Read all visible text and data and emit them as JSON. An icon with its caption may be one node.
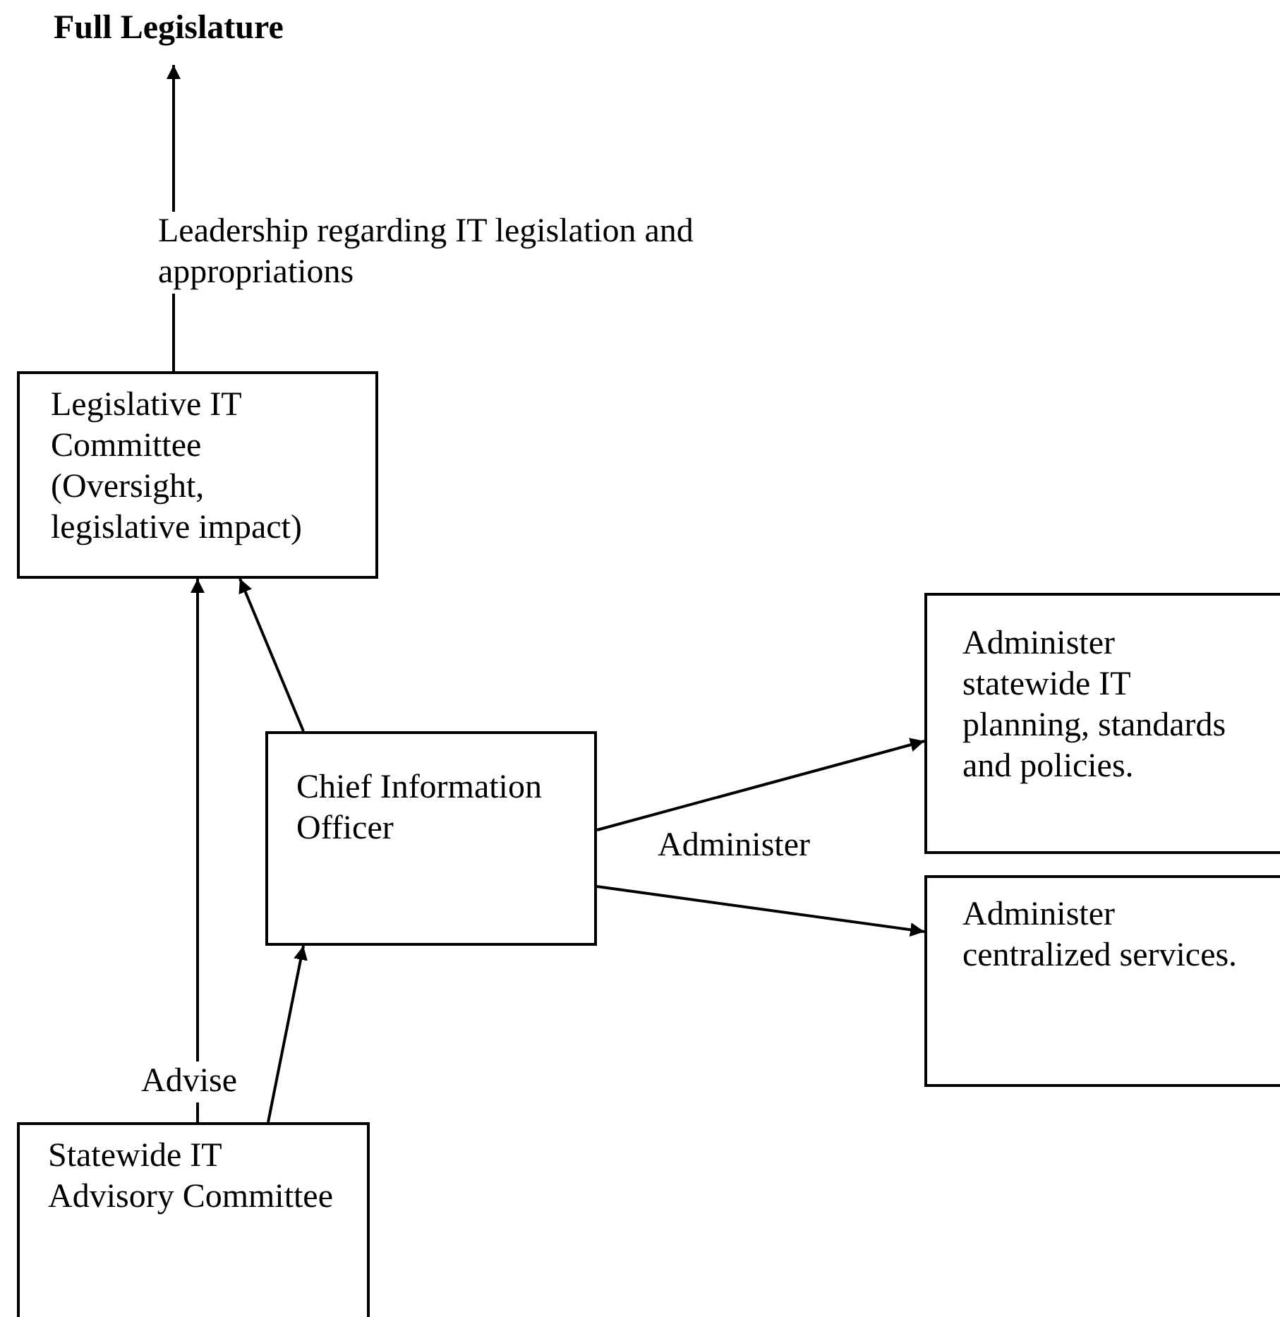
{
  "diagram": {
    "nodes": [
      {
        "text": [
          "Full Legislature"
        ]
      },
      {
        "text": [
          "Legislative IT Committee (Oversight, legislative impact)"
        ]
      },
      {
        "text": [
          "Chief Information Officer"
        ]
      },
      {
        "text": [
          "Administer statewide IT planning, standards and policies."
        ]
      },
      {
        "text": [
          "Administer centralized services."
        ]
      },
      {
        "text": [
          "Statewide IT Advisory Committee"
        ]
      }
    ],
    "edges": [
      {
        "from": 1,
        "to": 0,
        "arrow": "to",
        "label": "Leadership regarding IT legislation and appropriations"
      },
      {
        "from": 2,
        "to": 1,
        "arrow": "to"
      },
      {
        "from": 5,
        "to": 1,
        "arrow": "to",
        "label": "Advise"
      },
      {
        "from": 5,
        "to": 2,
        "arrow": "to"
      },
      {
        "from": 2,
        "to": 3,
        "arrow": "to",
        "label": "Administer"
      },
      {
        "from": 2,
        "to": 4,
        "arrow": "to"
      }
    ]
  }
}
